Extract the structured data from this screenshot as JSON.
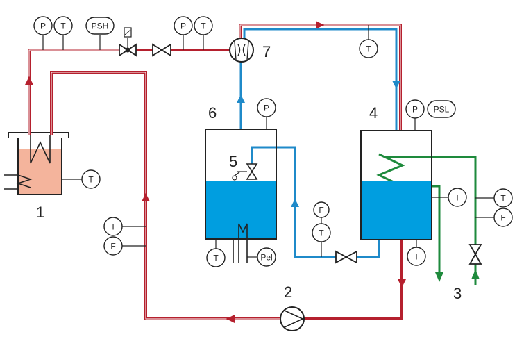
{
  "labels": {
    "n1": "1",
    "n2": "2",
    "n3": "3",
    "n4": "4",
    "n5": "5",
    "n6": "6",
    "n7": "7"
  },
  "instruments": {
    "p_top1": "P",
    "t_top1": "T",
    "psh": "PSH",
    "p_top2": "P",
    "t_top2": "T",
    "t_top_right": "T",
    "t_heater": "T",
    "t_left": "T",
    "f_left": "F",
    "p_tank6": "P",
    "t_tank6": "T",
    "pel": "Pel",
    "f_mid": "F",
    "t_mid": "T",
    "p_tank4": "P",
    "psl": "PSL",
    "t_tank4_side": "T",
    "t_tank4_bottom": "T",
    "t_right": "T",
    "f_right": "F"
  },
  "colors": {
    "hot": "#b5202e",
    "cold_water": "#1f8ac9",
    "coolant": "#1e8a3c",
    "tank_fill": "#009ee0",
    "heater_fill": "#f4b49c",
    "outline": "#222222"
  }
}
